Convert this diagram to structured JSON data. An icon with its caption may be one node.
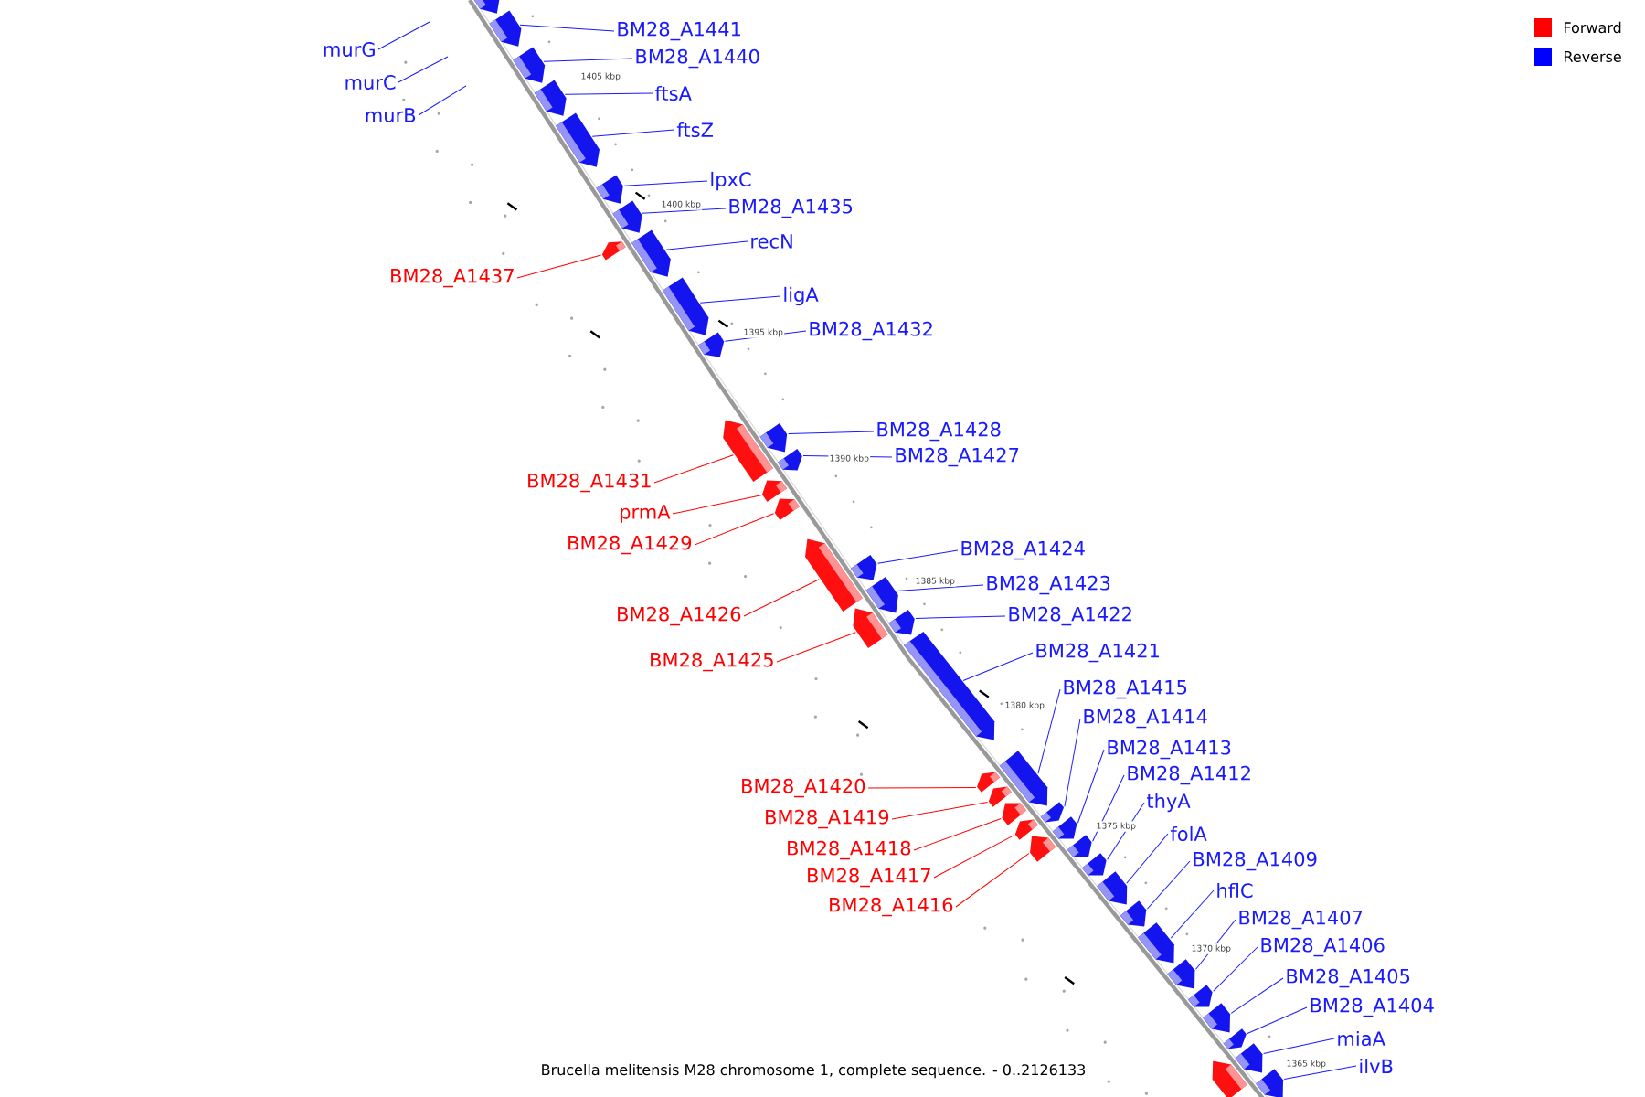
{
  "diagram": {
    "caption": "Brucella melitensis M28 chromosome 1, complete sequence. - 0..2126133",
    "nodes": [
      {
        "text": [
          "BM28_A1441"
        ]
      },
      {
        "text": [
          "murG"
        ]
      },
      {
        "text": [
          "BM28_A1440"
        ]
      },
      {
        "text": [
          "murC"
        ]
      },
      {
        "text": [
          "ftsA"
        ]
      },
      {
        "text": [
          "murB"
        ]
      },
      {
        "text": [
          "ftsZ"
        ]
      },
      {
        "text": [
          "lpxC"
        ]
      },
      {
        "text": [
          "BM28_A1435"
        ]
      },
      {
        "text": [
          "recN"
        ]
      },
      {
        "text": [
          "BM28_A1437"
        ]
      },
      {
        "text": [
          "ligA"
        ]
      },
      {
        "text": [
          "BM28_A1432"
        ]
      },
      {
        "text": [
          "BM28_A1428"
        ]
      },
      {
        "text": [
          "BM28_A1427"
        ]
      },
      {
        "text": [
          "BM28_A1431"
        ]
      },
      {
        "text": [
          "prmA"
        ]
      },
      {
        "text": [
          "BM28_A1429"
        ]
      },
      {
        "text": [
          "BM28_A1424"
        ]
      },
      {
        "text": [
          "BM28_A1423"
        ]
      },
      {
        "text": [
          "BM28_A1426"
        ]
      },
      {
        "text": [
          "BM28_A1422"
        ]
      },
      {
        "text": [
          "BM28_A1421"
        ]
      },
      {
        "text": [
          "BM28_A1425"
        ]
      },
      {
        "text": [
          "BM28_A1415"
        ]
      },
      {
        "text": [
          "BM28_A1414"
        ]
      },
      {
        "text": [
          "BM28_A1413"
        ]
      },
      {
        "text": [
          "BM28_A1412"
        ]
      },
      {
        "text": [
          "BM28_A1420"
        ]
      },
      {
        "text": [
          "thyA"
        ]
      },
      {
        "text": [
          "BM28_A1419"
        ]
      },
      {
        "text": [
          "folA"
        ]
      },
      {
        "text": [
          "BM28_A1418"
        ]
      },
      {
        "text": [
          "BM28_A1409"
        ]
      },
      {
        "text": [
          "BM28_A1417"
        ]
      },
      {
        "text": [
          "hflC"
        ]
      },
      {
        "text": [
          "BM28_A1416"
        ]
      },
      {
        "text": [
          "BM28_A1407"
        ]
      },
      {
        "text": [
          "BM28_A1406"
        ]
      },
      {
        "text": [
          "BM28_A1405"
        ]
      },
      {
        "text": [
          "BM28_A1404"
        ]
      },
      {
        "text": [
          "miaA"
        ]
      },
      {
        "text": [
          "ilvB"
        ]
      },
      {
        "text": [],
        "shape": "bar"
      },
      {
        "text": [],
        "shape": "bar"
      },
      {
        "text": [],
        "shape": "bar"
      },
      {
        "text": [],
        "shape": "bar"
      },
      {
        "text": [],
        "shape": "bar"
      },
      {
        "text": [],
        "shape": "bar"
      },
      {
        "text": [],
        "shape": "bar"
      },
      {
        "text": [],
        "shape": "bar"
      },
      {
        "text": [],
        "shape": "bar"
      },
      {
        "text": [],
        "shape": "bar"
      },
      {
        "text": [],
        "shape": "bar"
      },
      {
        "text": [],
        "shape": "bar"
      },
      {
        "text": [],
        "shape": "bar"
      },
      {
        "text": [],
        "shape": "bar"
      },
      {
        "text": [],
        "shape": "bar"
      },
      {
        "text": [],
        "shape": "bar"
      },
      {
        "text": [],
        "shape": "bar"
      },
      {
        "text": [],
        "shape": "bar"
      },
      {
        "text": [],
        "shape": "bar"
      },
      {
        "text": [],
        "shape": "bar"
      },
      {
        "text": [],
        "shape": "bar"
      },
      {
        "text": [],
        "shape": "bar"
      },
      {
        "text": [],
        "shape": "bar"
      },
      {
        "text": [],
        "shape": "bar"
      },
      {
        "text": [],
        "shape": "bar"
      },
      {
        "text": [],
        "shape": "bar"
      },
      {
        "text": [],
        "shape": "bar"
      },
      {
        "text": [],
        "shape": "bar"
      },
      {
        "text": [],
        "shape": "bar"
      },
      {
        "text": [],
        "shape": "bar"
      },
      {
        "text": [],
        "shape": "bar"
      },
      {
        "text": [],
        "shape": "bar"
      },
      {
        "text": [],
        "shape": "bar"
      },
      {
        "text": [],
        "shape": "bar"
      },
      {
        "text": [],
        "shape": "bar"
      },
      {
        "text": [],
        "shape": "bar"
      },
      {
        "text": [],
        "shape": "bar"
      },
      {
        "text": [],
        "shape": "bar"
      },
      {
        "text": [],
        "shape": "bar"
      },
      {
        "text": [],
        "shape": "bar"
      },
      {
        "text": [],
        "shape": "bar"
      },
      {
        "text": [],
        "shape": "bar"
      }
    ],
    "edges": [
      {
        "from": 0,
        "to": 44,
        "arrow": "none"
      },
      {
        "from": 1,
        "to": null,
        "arrow": "none"
      },
      {
        "from": 2,
        "to": 45,
        "arrow": "none"
      },
      {
        "from": 3,
        "to": null,
        "arrow": "none"
      },
      {
        "from": 4,
        "to": 46,
        "arrow": "none"
      },
      {
        "from": 5,
        "to": null,
        "arrow": "none"
      },
      {
        "from": 6,
        "to": 47,
        "arrow": "none"
      },
      {
        "from": 7,
        "to": 48,
        "arrow": "none"
      },
      {
        "from": 8,
        "to": 49,
        "arrow": "none"
      },
      {
        "from": 9,
        "to": 51,
        "arrow": "none"
      },
      {
        "from": 10,
        "to": 50,
        "arrow": "none",
        "color": "#ff0000"
      },
      {
        "from": 11,
        "to": 52,
        "arrow": "none"
      },
      {
        "from": 12,
        "to": 53,
        "arrow": "none"
      },
      {
        "from": 13,
        "to": 55,
        "arrow": "none"
      },
      {
        "from": 14,
        "to": 56,
        "arrow": "none"
      },
      {
        "from": 15,
        "to": 54,
        "arrow": "none",
        "color": "#ff0000"
      },
      {
        "from": 16,
        "to": 57,
        "arrow": "none",
        "color": "#ff0000"
      },
      {
        "from": 17,
        "to": 58,
        "arrow": "none",
        "color": "#ff0000"
      },
      {
        "from": 18,
        "to": 60,
        "arrow": "none"
      },
      {
        "from": 19,
        "to": 61,
        "arrow": "none"
      },
      {
        "from": 20,
        "to": 59,
        "arrow": "none",
        "color": "#ff0000"
      },
      {
        "from": 21,
        "to": 63,
        "arrow": "none"
      },
      {
        "from": 22,
        "to": 64,
        "arrow": "none"
      },
      {
        "from": 23,
        "to": 62,
        "arrow": "none",
        "color": "#ff0000"
      },
      {
        "from": 24,
        "to": 66,
        "arrow": "none"
      },
      {
        "from": 25,
        "to": 70,
        "arrow": "none"
      },
      {
        "from": 26,
        "to": 72,
        "arrow": "none"
      },
      {
        "from": 27,
        "to": 73,
        "arrow": "none"
      },
      {
        "from": 28,
        "to": 65,
        "arrow": "none",
        "color": "#ff0000"
      },
      {
        "from": 29,
        "to": 74,
        "arrow": "none"
      },
      {
        "from": 30,
        "to": 67,
        "arrow": "none",
        "color": "#ff0000"
      },
      {
        "from": 31,
        "to": 75,
        "arrow": "none"
      },
      {
        "from": 32,
        "to": 68,
        "arrow": "none",
        "color": "#ff0000"
      },
      {
        "from": 33,
        "to": 76,
        "arrow": "none"
      },
      {
        "from": 34,
        "to": 69,
        "arrow": "none",
        "color": "#ff0000"
      },
      {
        "from": 35,
        "to": 77,
        "arrow": "none"
      },
      {
        "from": 36,
        "to": 71,
        "arrow": "none",
        "color": "#ff0000"
      },
      {
        "from": 37,
        "to": 78,
        "arrow": "none"
      },
      {
        "from": 38,
        "to": 79,
        "arrow": "none"
      },
      {
        "from": 39,
        "to": 80,
        "arrow": "none"
      },
      {
        "from": 40,
        "to": 81,
        "arrow": "none"
      },
      {
        "from": 41,
        "to": 83,
        "arrow": "none"
      },
      {
        "from": 42,
        "to": 84,
        "arrow": "none"
      }
    ],
    "labels": [
      "1405 kbp",
      "1400 kbp",
      "1395 kbp",
      "1390 kbp",
      "1385 kbp",
      "1380 kbp",
      "1375 kbp",
      "1370 kbp",
      "1365 kbp"
    ],
    "legend": [
      {
        "text": "Forward",
        "color": "#ff0000"
      },
      {
        "text": "Reverse",
        "color": "#0000ff"
      }
    ]
  }
}
